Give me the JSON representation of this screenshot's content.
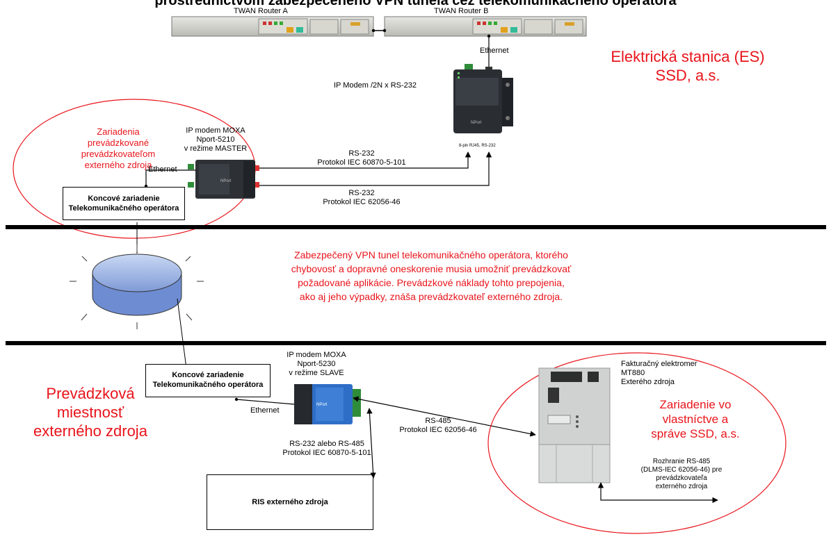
{
  "title": "prostredníctvom zabezpečeného VPN tunela cez telekomunikačného operátora",
  "routers": {
    "a_label": "TWAN Router A",
    "b_label": "TWAN Router B"
  },
  "top_station": {
    "ethernet_label": "Ethernet",
    "modem_label": "IP Modem /2N x RS-232",
    "station_title_1": "Elektrická stanica (ES)",
    "station_title_2": "SSD, a.s.",
    "nport_brand": "NPort",
    "port_label": "8-pin RJ45, RS-232"
  },
  "top_section": {
    "operator_area_1": "Zariadenia",
    "operator_area_2": "prevádzkované",
    "operator_area_3": "prevádzkovateľom",
    "operator_area_4": "externého zdroja",
    "moxa_master_1": "IP modem MOXA",
    "moxa_master_2": "Nport-5210",
    "moxa_master_3": "v režime MASTER",
    "ethernet_label": "Ethernet",
    "terminal_1": "Koncové zariadenie",
    "terminal_2": "Telekomunikačného operátora",
    "link1_1": "RS-232",
    "link1_2": "Protokol IEC 60870-5-101",
    "link2_1": "RS-232",
    "link2_2": "Protokol IEC 62056-46"
  },
  "vpn_text": {
    "line1": "Zabezpečený VPN tunel telekomunikačného operátora, ktorého",
    "line2": "chybovosť a dopravné oneskorenie musia umožniť prevádzkovať",
    "line3": "požadované aplikácie.   Prevádzkové náklady tohto prepojenia,",
    "line4": "ako aj jeho výpadky, znáša prevádzkovateľ externého zdroja."
  },
  "bottom_section": {
    "terminal_1": "Koncové zariadenie",
    "terminal_2": "Telekomunikačného operátora",
    "moxa_slave_1": "IP modem MOXA",
    "moxa_slave_2": "Nport-5230",
    "moxa_slave_3": "v režime SLAVE",
    "ethernet_label": "Ethernet",
    "room_1": "Prevádzková",
    "room_2": "miestnosť",
    "room_3": "externého zdroja",
    "link_serial_1": "RS-232 alebo RS-485",
    "link_serial_2": "Protokol IEC 60870-5-101",
    "link_485_1": "RS-485",
    "link_485_2": "Protokol IEC 62056-46",
    "ris_label": "RIS externého zdroja",
    "meter_1": "Fakturačný elektromer",
    "meter_2": "MT880",
    "meter_3": "Exterého zdroja",
    "ownership_1": "Zariadenie vo",
    "ownership_2": "vlastníctve a",
    "ownership_3": "správe  SSD, a.s.",
    "iface_1": "Rozhranie RS-485",
    "iface_2": "(DLMS-IEC 62056-46) pre",
    "iface_3": "prevádzkovateľa",
    "iface_4": "externého zdroja"
  },
  "colors": {
    "red_text": "#e8141b",
    "cloud_fill": "#9fb7e6",
    "device_dark": "#2d3136"
  }
}
